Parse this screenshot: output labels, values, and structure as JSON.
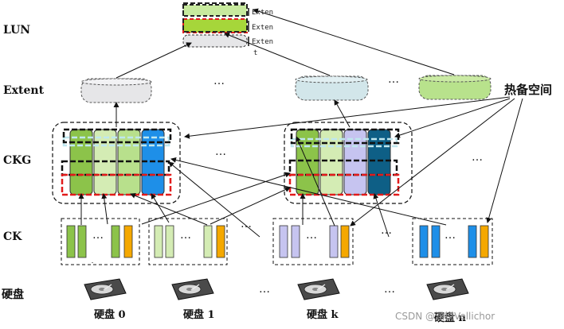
{
  "labels": {
    "lun": "LUN",
    "extent": "Extent",
    "ckg": "CKG",
    "ck": "CK",
    "disk": "硬盘"
  },
  "lun_extent_labels": [
    "Exten",
    "Exten",
    "Exten",
    "t"
  ],
  "hot_spare": "热备空间",
  "disks": [
    "硬盘 0",
    "硬盘 1",
    "硬盘 k",
    "硬盘 n"
  ],
  "ellipsis": "…",
  "watermark": "CSDN @涵锐Vellichor",
  "colors": {
    "green_dark": "#8cc34a",
    "green_light": "#d4ecb4",
    "green_mid": "#b8e08c",
    "blue": "#1e8fe8",
    "lavender": "#c6c4f0",
    "teal_dark": "#0e5f86",
    "orange": "#f5a800",
    "extent_gray": "#e6e6e8",
    "extent_blue": "#d2e6ea",
    "extent_green": "#b8e28c",
    "red": "#e21b1b"
  }
}
